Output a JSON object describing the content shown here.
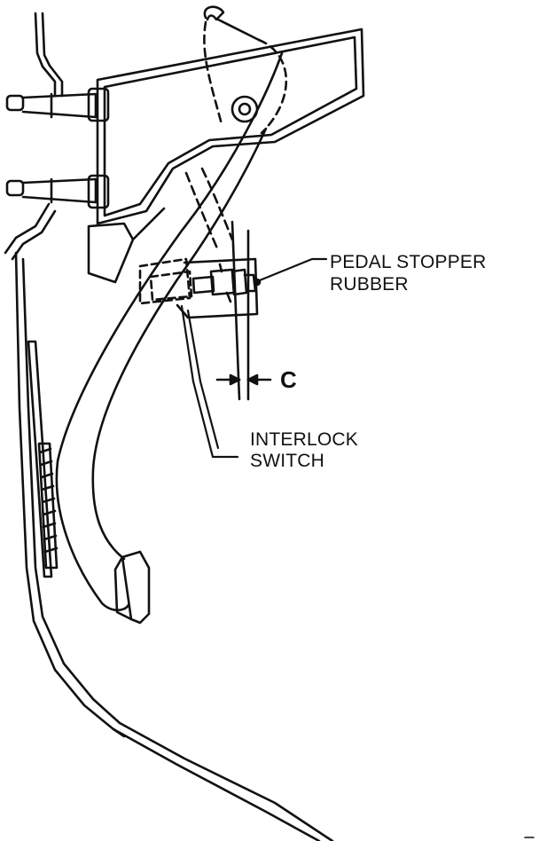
{
  "callouts": {
    "pedal_stopper": {
      "line1": "PEDAL STOPPER",
      "line2": "RUBBER"
    },
    "interlock_switch": {
      "line1": "INTERLOCK",
      "line2": "SWITCH"
    },
    "clearance": "C"
  },
  "colors": {
    "line": "#111111",
    "background": "#ffffff"
  }
}
